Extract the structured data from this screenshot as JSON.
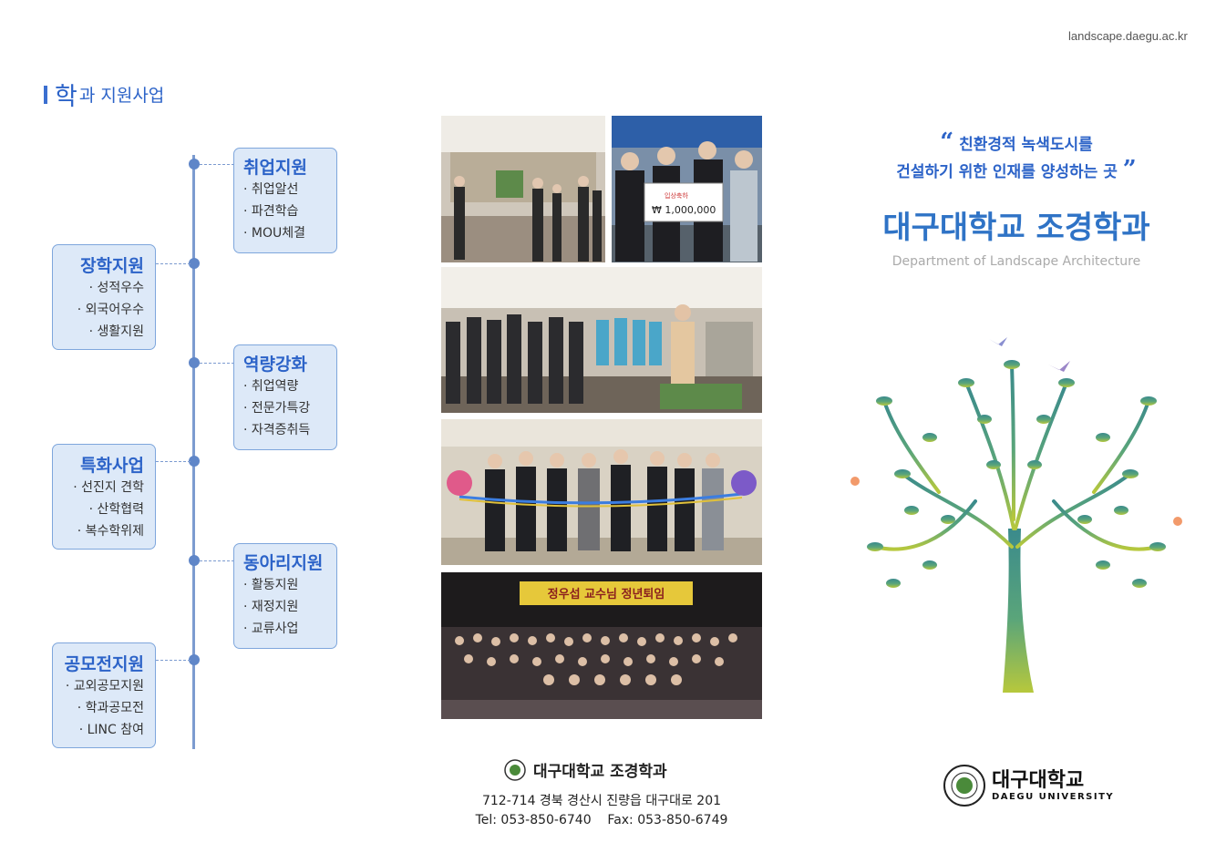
{
  "header": {
    "url": "landscape.daegu.ac.kr"
  },
  "section": {
    "title_big": "학",
    "title_rest": "과 지원사업"
  },
  "support_left": [
    {
      "title": "장학지원",
      "items": [
        "· 성적우수",
        "· 외국어우수",
        "· 생활지원"
      ]
    },
    {
      "title": "특화사업",
      "items": [
        "· 선진지 견학",
        "· 산학협력",
        "· 복수학위제"
      ]
    },
    {
      "title": "공모전지원",
      "items": [
        "· 교외공모지원",
        "· 학과공모전",
        "· LINC 참여"
      ]
    }
  ],
  "support_right": [
    {
      "title": "취업지원",
      "items": [
        "· 취업알선",
        "· 파견학습",
        "· MOU체결"
      ]
    },
    {
      "title": "역량강화",
      "items": [
        "· 취업역량",
        "· 전문가특강",
        "· 자격증취득"
      ]
    },
    {
      "title": "동아리지원",
      "items": [
        "· 활동지원",
        "· 재정지원",
        "· 교류사업"
      ]
    }
  ],
  "photos": {
    "check_amount": "₩ 1,000,000",
    "banner_text": "정우섭 교수님 정년퇴임"
  },
  "slogan": {
    "line1": "친환경적 녹색도시를",
    "line2": "건설하기 위한 인재를 양성하는 곳"
  },
  "department": {
    "name_ko": "대구대학교 조경학과",
    "name_en": "Department of Landscape Architecture"
  },
  "footer": {
    "name": "대구대학교 조경학과",
    "address": "712-714 경북 경산시 진량읍 대구대로 201",
    "phone": "Tel: 053-850-6740",
    "fax": "Fax: 053-850-6749"
  },
  "university": {
    "name_ko": "대구대학교",
    "name_en": "DAEGU UNIVERSITY"
  },
  "colors": {
    "accent": "#2c63c8",
    "box_bg": "#dde9f8",
    "line": "#7c9bd0"
  }
}
